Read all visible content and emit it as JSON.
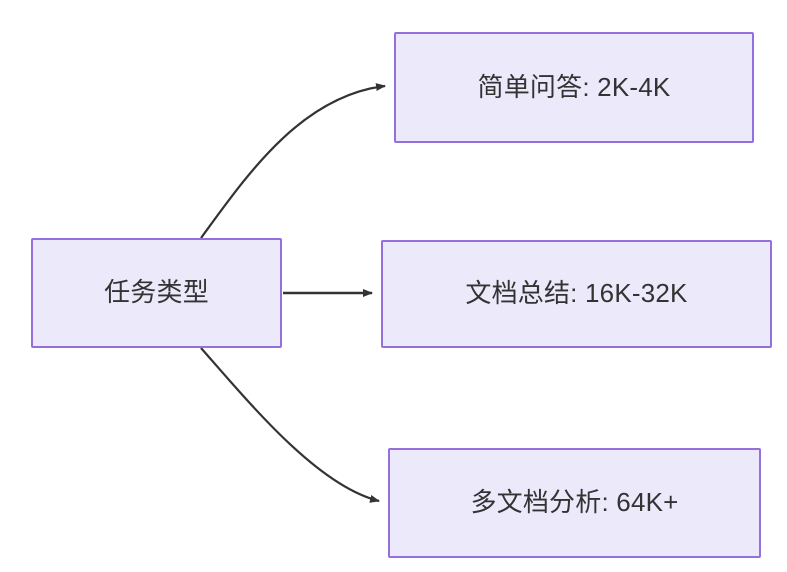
{
  "diagram": {
    "type": "flowchart",
    "direction": "left-to-right",
    "colors": {
      "node_fill": "#ece9fb",
      "node_border": "#9370db",
      "node_text": "#333333",
      "edge_stroke": "#333333",
      "background": "#ffffff"
    },
    "nodes": [
      {
        "id": "root",
        "label": "任务类型",
        "role": "source"
      },
      {
        "id": "simple-qa",
        "label": "简单问答: 2K-4K",
        "role": "target"
      },
      {
        "id": "doc-summary",
        "label": "文档总结: 16K-32K",
        "role": "target"
      },
      {
        "id": "multi-doc",
        "label": "多文档分析: 64K+",
        "role": "target"
      }
    ],
    "edges": [
      {
        "from": "root",
        "to": "simple-qa",
        "shape": "curved",
        "arrowhead": "filled-triangle",
        "label": ""
      },
      {
        "from": "root",
        "to": "doc-summary",
        "shape": "straight",
        "arrowhead": "filled-triangle",
        "label": ""
      },
      {
        "from": "root",
        "to": "multi-doc",
        "shape": "curved",
        "arrowhead": "filled-triangle",
        "label": ""
      }
    ]
  }
}
